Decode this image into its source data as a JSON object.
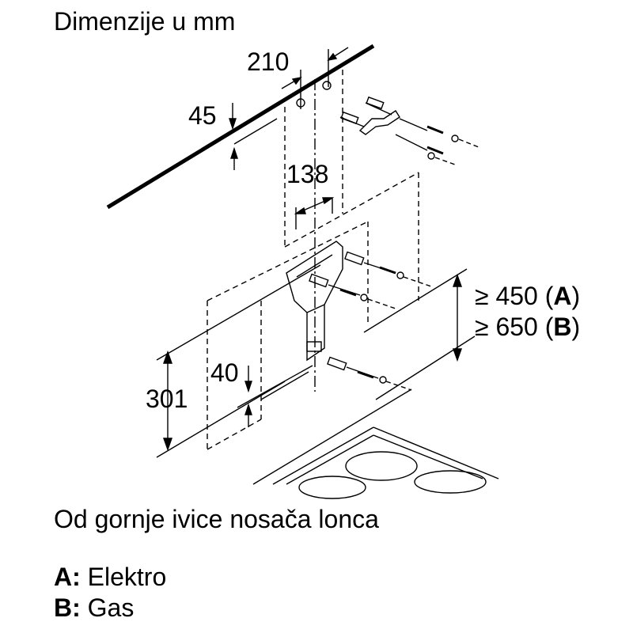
{
  "title": "Dimenzije u mm",
  "dimensions": {
    "d210": "210",
    "d45": "45",
    "d138": "138",
    "d40": "40",
    "d301": "301",
    "clearance_a": "≥ 450 (",
    "clearance_a_key": "A",
    "clearance_a_end": ")",
    "clearance_b": "≥ 650 (",
    "clearance_b_key": "B",
    "clearance_b_end": ")"
  },
  "caption": "Od gornje ivice nosača lonca",
  "legend": [
    {
      "key": "A:",
      "label": "Elektro"
    },
    {
      "key": "B:",
      "label": "Gas"
    }
  ]
}
